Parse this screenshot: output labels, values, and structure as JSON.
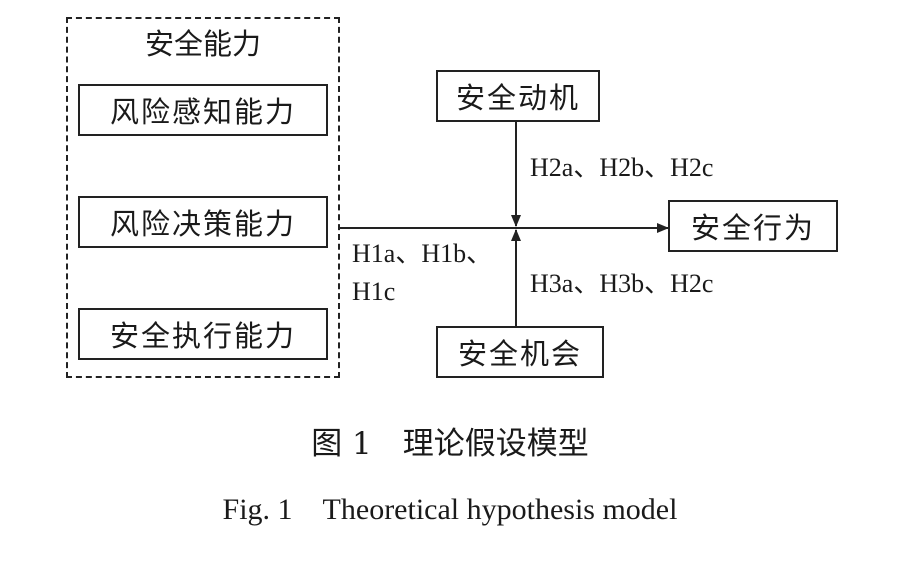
{
  "diagram": {
    "ability_group": {
      "title": "安全能力",
      "items": [
        "风险感知能力",
        "风险决策能力",
        "安全执行能力"
      ]
    },
    "motivation": "安全动机",
    "opportunity": "安全机会",
    "behavior": "安全行为",
    "hypotheses": {
      "h1_line1": "H1a、H1b、",
      "h1_line2": "H1c",
      "h2": "H2a、H2b、H2c",
      "h3": "H3a、H3b、H2c"
    }
  },
  "caption": {
    "zh": "图 1　理论假设模型",
    "en": "Fig. 1　Theoretical hypothesis model"
  }
}
